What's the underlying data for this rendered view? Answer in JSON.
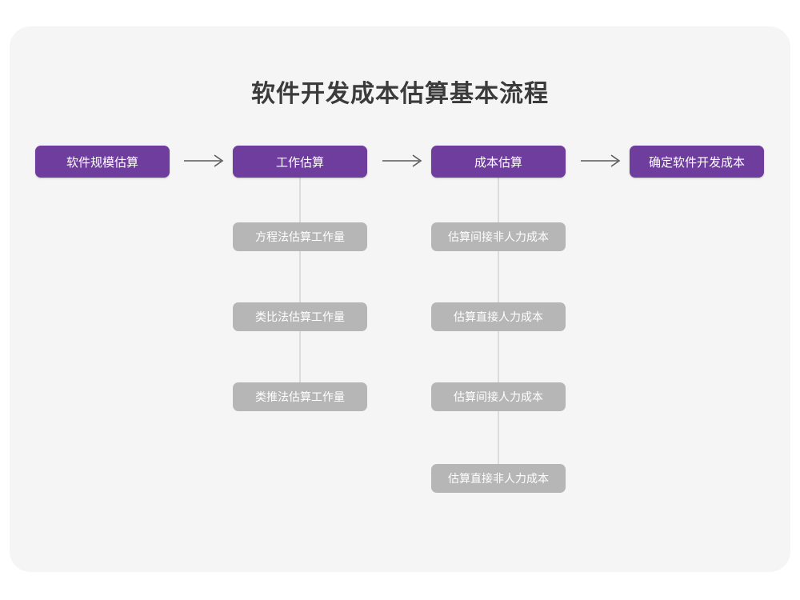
{
  "title": "软件开发成本估算基本流程",
  "colors": {
    "page_background": "#ffffff",
    "card_background": "#f5f5f5",
    "stage_purple": "#6f3d9e",
    "sub_gray": "#b6b6b6",
    "connector_gray": "#dcdcdc",
    "arrow_gray": "#5a5a5a",
    "title_text": "#3b3b3b",
    "box_text": "#ffffff"
  },
  "flow": {
    "stages": [
      {
        "label": "软件规模估算"
      },
      {
        "label": "工作估算"
      },
      {
        "label": "成本估算"
      },
      {
        "label": "确定软件开发成本"
      }
    ],
    "arrows": [
      {
        "glyph": "→"
      },
      {
        "glyph": "→"
      },
      {
        "glyph": "→"
      }
    ],
    "branches": {
      "work_estimation": [
        {
          "label": "方程法估算工作量"
        },
        {
          "label": "类比法估算工作量"
        },
        {
          "label": "类推法估算工作量"
        }
      ],
      "cost_estimation": [
        {
          "label": "估算间接非人力成本"
        },
        {
          "label": "估算直接人力成本"
        },
        {
          "label": "估算间接人力成本"
        },
        {
          "label": "估算直接非人力成本"
        }
      ]
    }
  }
}
